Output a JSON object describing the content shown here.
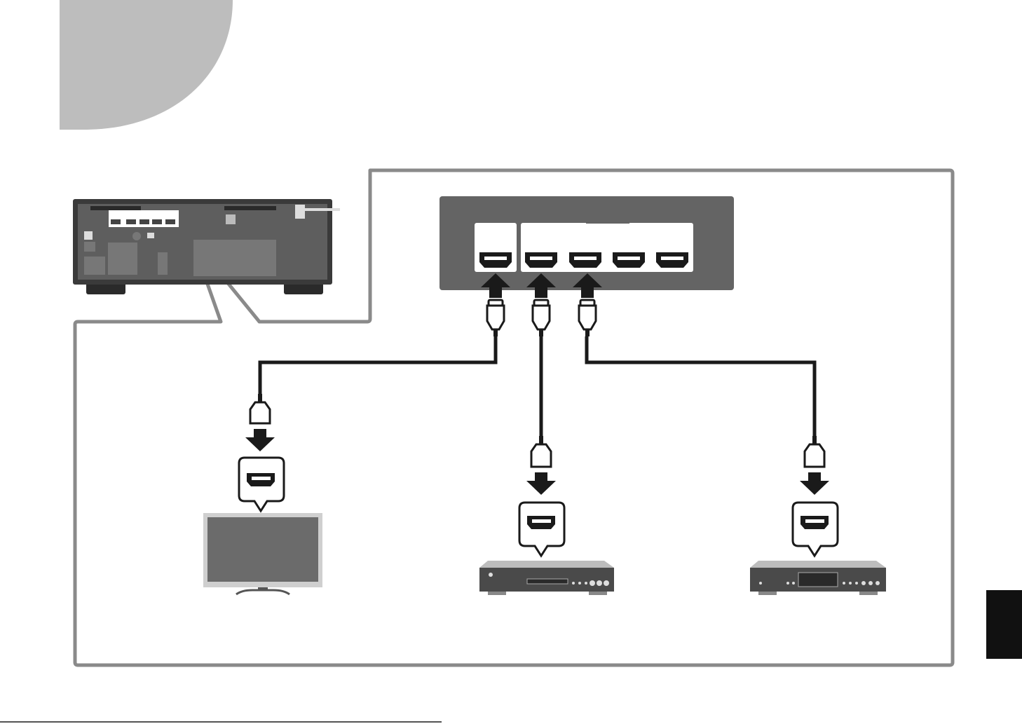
{
  "colors": {
    "background": "#ffffff",
    "tab_gray": "#bdbdbd",
    "frame_gray": "#8a8a8a",
    "panel_dark": "#646464",
    "cable_black": "#1a1a1a",
    "tv_screen": "#6b6b6b",
    "side_tab": "#111111"
  },
  "icons": {
    "receiver": "av-receiver-rear-panel-icon",
    "tv": "television-icon",
    "player_1": "disc-player-icon",
    "player_2": "media-player-icon",
    "hdmi_port": "hdmi-port-icon",
    "hdmi_plug": "hdmi-plug-icon",
    "arrow": "arrow-icon"
  },
  "hdmi_panel": {
    "output_ports": 1,
    "input_ports": 4,
    "connected_inputs": 2
  },
  "connections": [
    {
      "from": "hdmi-out",
      "to": "tv"
    },
    {
      "from": "hdmi-in-1",
      "to": "player-1"
    },
    {
      "from": "hdmi-in-2",
      "to": "player-2"
    }
  ]
}
